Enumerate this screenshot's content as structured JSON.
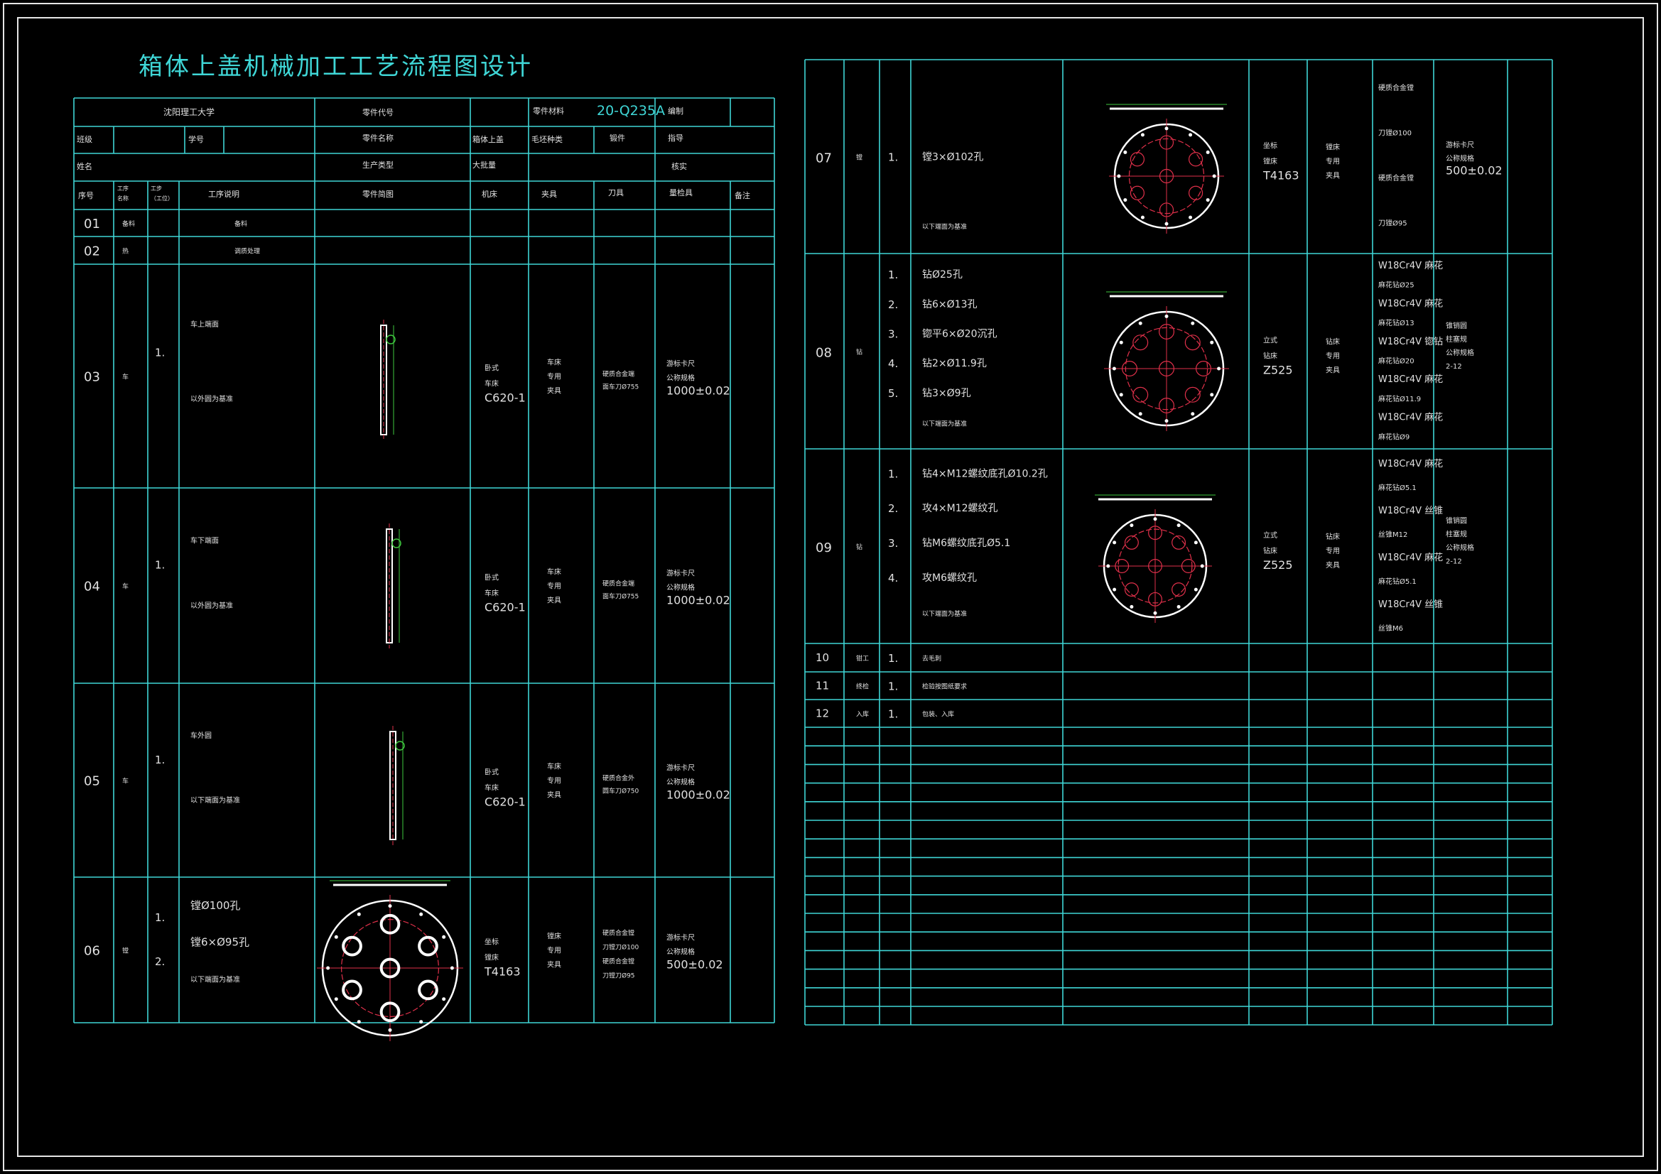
{
  "title": "箱体上盖机械加工工艺流程图设计",
  "colors": {
    "grid": "#3fd6d6",
    "frame": "#e6e6e6",
    "text": "#e0e0e0",
    "drawing_red": "#e0304a",
    "drawing_green": "#3ec83e"
  },
  "left_header": {
    "university": "沈阳理工大学",
    "part_code_label": "零件代号",
    "material_label": "零件材料",
    "material_value": "20-Q235A",
    "compiled_label": "编制",
    "class_label": "班级",
    "student_id_label": "学号",
    "part_name_label": "零件名称",
    "part_name_value": "箱体上盖",
    "blank_type_label": "毛坯种类",
    "blank_type_value": "锻件",
    "advisor_label": "指导",
    "name_label": "姓名",
    "production_type_label": "生产类型",
    "production_type_value": "大批量",
    "review_label": "核实"
  },
  "columns": {
    "seq": "序号",
    "process_name": "工序名称",
    "step": "工步（工位）",
    "desc": "工序说明",
    "sketch": "零件简图",
    "machine": "机床",
    "fixture": "夹具",
    "tool": "刀具",
    "gauge": "量检具",
    "remark": "备注"
  },
  "left_rows": [
    {
      "seq": "01",
      "name": "备料",
      "steps": [],
      "desc": [
        "备料"
      ],
      "machine": [],
      "fixture": [],
      "tool": [],
      "gauge": []
    },
    {
      "seq": "02",
      "name": "热",
      "steps": [],
      "desc": [
        "调质处理"
      ],
      "machine": [],
      "fixture": [],
      "tool": [],
      "gauge": []
    },
    {
      "seq": "03",
      "name": "车",
      "steps": [
        "1."
      ],
      "desc": [
        "车上端面",
        "以外圆为基准"
      ],
      "machine": [
        "卧式",
        "车床",
        "C620-1"
      ],
      "fixture": [
        "车床",
        "专用",
        "夹具"
      ],
      "tool": [
        "硬质合金端",
        "面车刀Ø755"
      ],
      "gauge": [
        "游标卡尺",
        "公称规格",
        "1000±0.02"
      ]
    },
    {
      "seq": "04",
      "name": "车",
      "steps": [
        "1."
      ],
      "desc": [
        "车下端面",
        "以外圆为基准"
      ],
      "machine": [
        "卧式",
        "车床",
        "C620-1"
      ],
      "fixture": [
        "车床",
        "专用",
        "夹具"
      ],
      "tool": [
        "硬质合金端",
        "面车刀Ø755"
      ],
      "gauge": [
        "游标卡尺",
        "公称规格",
        "1000±0.02"
      ]
    },
    {
      "seq": "05",
      "name": "车",
      "steps": [
        "1."
      ],
      "desc": [
        "车外圆",
        "以下端面为基准"
      ],
      "machine": [
        "卧式",
        "车床",
        "C620-1"
      ],
      "fixture": [
        "车床",
        "专用",
        "夹具"
      ],
      "tool": [
        "硬质合金外",
        "圆车刀Ø750"
      ],
      "gauge": [
        "游标卡尺",
        "公称规格",
        "1000±0.02"
      ]
    },
    {
      "seq": "06",
      "name": "镗",
      "steps": [
        "1.",
        "2."
      ],
      "desc": [
        "镗Ø100孔",
        "镗6×Ø95孔",
        "以下端面为基准"
      ],
      "machine": [
        "坐标",
        "镗床",
        "T4163"
      ],
      "fixture": [
        "镗床",
        "专用",
        "夹具"
      ],
      "tool": [
        "硬质合金镗",
        "刀镗刀Ø100",
        "硬质合金镗",
        "刀镗刀Ø95"
      ],
      "gauge": [
        "游标卡尺",
        "公称规格",
        "500±0.02"
      ]
    }
  ],
  "right_rows": [
    {
      "seq": "07",
      "name": "镗",
      "steps": [
        "1."
      ],
      "desc": [
        "镗3×Ø102孔",
        "以下端面为基准"
      ],
      "machine": [
        "坐标",
        "镗床",
        "T4163"
      ],
      "fixture": [
        "镗床",
        "专用",
        "夹具"
      ],
      "tool": [
        "硬质合金镗",
        "刀镗Ø100",
        "硬质合金镗",
        "刀镗Ø95"
      ],
      "gauge": [
        "游标卡尺",
        "公称规格",
        "500±0.02"
      ]
    },
    {
      "seq": "08",
      "name": "钻",
      "steps": [
        "1.",
        "2.",
        "3.",
        "4.",
        "5."
      ],
      "desc": [
        "钻Ø25孔",
        "钻6×Ø13孔",
        "锪平6×Ø20沉孔",
        "钻2×Ø11.9孔",
        "钻3×Ø9孔",
        "以下端面为基准"
      ],
      "machine": [
        "立式",
        "钻床",
        "Z525"
      ],
      "fixture": [
        "钻床",
        "专用",
        "夹具"
      ],
      "tool": [
        "W18Cr4V 麻花",
        "麻花钻Ø25",
        "W18Cr4V 麻花",
        "麻花钻Ø13",
        "W18Cr4V 锪钻",
        "麻花钻Ø20",
        "W18Cr4V 麻花",
        "麻花钻Ø11.9",
        "W18Cr4V 麻花",
        "麻花钻Ø9"
      ],
      "gauge": [
        "锥销圆",
        "柱塞规",
        "公称规格",
        "2-12"
      ]
    },
    {
      "seq": "09",
      "name": "钻",
      "steps": [
        "1.",
        "2.",
        "3.",
        "4."
      ],
      "desc": [
        "钻4×M12螺纹底孔Ø10.2孔",
        "攻4×M12螺纹孔",
        "钻M6螺纹底孔Ø5.1",
        "攻M6螺纹孔",
        "以下端面为基准"
      ],
      "machine": [
        "立式",
        "钻床",
        "Z525"
      ],
      "fixture": [
        "钻床",
        "专用",
        "夹具"
      ],
      "tool": [
        "W18Cr4V 麻花",
        "麻花钻Ø5.1",
        "W18Cr4V 丝锥",
        "丝锥M12",
        "W18Cr4V 麻花",
        "麻花钻Ø5.1",
        "W18Cr4V 丝锥",
        "丝锥M6"
      ],
      "gauge": [
        "锥销圆",
        "柱塞规",
        "公称规格",
        "2-12"
      ]
    },
    {
      "seq": "10",
      "name": "钳工",
      "steps": [
        "1."
      ],
      "desc": [
        "去毛刺"
      ]
    },
    {
      "seq": "11",
      "name": "终检",
      "steps": [
        "1."
      ],
      "desc": [
        "检验按图纸要求"
      ]
    },
    {
      "seq": "12",
      "name": "入库",
      "steps": [
        "1."
      ],
      "desc": [
        "包装、入库"
      ]
    }
  ]
}
